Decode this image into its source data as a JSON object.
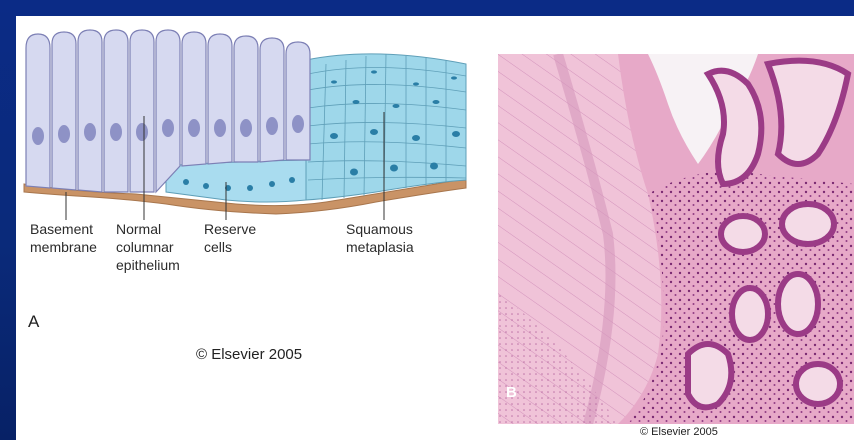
{
  "panel_a": {
    "letter": "A",
    "labels": {
      "basement": [
        "Basement",
        "membrane"
      ],
      "columnar": [
        "Normal",
        "columnar",
        "epithelium"
      ],
      "reserve": [
        "Reserve",
        "cells"
      ],
      "squamous": [
        "Squamous",
        "metaplasia"
      ]
    },
    "copyright": "© Elsevier 2005"
  },
  "panel_b": {
    "letter": "B",
    "copyright": "© Elsevier 2005"
  },
  "colors": {
    "background": "#0b2b86",
    "cell_fill": "#d6d9f0",
    "nucleus": "#8e92c6",
    "reserve": "#a9dcef",
    "membrane": "#c99366",
    "stain_pink": "#e7a9c8",
    "stain_purple": "#9b3b86"
  }
}
